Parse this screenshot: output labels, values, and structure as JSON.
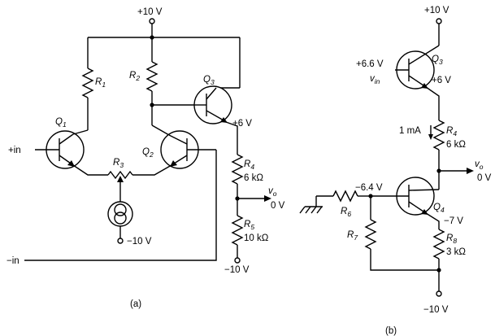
{
  "figure_a": {
    "caption": "(a)",
    "supply_top": "+10 V",
    "supply_bottom": "−10 V",
    "current_source_label": "−10 V",
    "input_plus": "+in",
    "input_minus": "−in",
    "q3_emitter_voltage": "+6 V",
    "output": {
      "name": "v",
      "sub": "o",
      "value": "0 V"
    },
    "transistors": [
      {
        "name": "Q",
        "sub": "1"
      },
      {
        "name": "Q",
        "sub": "2"
      },
      {
        "name": "Q",
        "sub": "3"
      }
    ],
    "resistors": {
      "r1": {
        "name": "R",
        "sub": "1"
      },
      "r2": {
        "name": "R",
        "sub": "2"
      },
      "r3": {
        "name": "R",
        "sub": "3"
      },
      "r4": {
        "name": "R",
        "sub": "4",
        "value": "6 kΩ"
      },
      "r5": {
        "name": "R",
        "sub": "5",
        "value": "10 kΩ"
      }
    }
  },
  "figure_b": {
    "caption": "(b)",
    "supply_top": "+10 V",
    "supply_bottom": "−10 V",
    "q3_base_voltage": "+6.6 V",
    "q3_emitter_voltage": "+6 V",
    "input": {
      "name": "v",
      "sub": "in"
    },
    "current": "1 mA",
    "q4_base_voltage": "−6.4 V",
    "q4_emitter_voltage": "−7 V",
    "output": {
      "name": "v",
      "sub": "o",
      "value": "0 V"
    },
    "transistors": [
      {
        "name": "Q",
        "sub": "3"
      },
      {
        "name": "Q",
        "sub": "4"
      }
    ],
    "resistors": {
      "r4": {
        "name": "R",
        "sub": "4",
        "value": "6 kΩ"
      },
      "r6": {
        "name": "R",
        "sub": "6"
      },
      "r7": {
        "name": "R",
        "sub": "7"
      },
      "r8": {
        "name": "R",
        "sub": "8",
        "value": "3 kΩ"
      }
    }
  }
}
